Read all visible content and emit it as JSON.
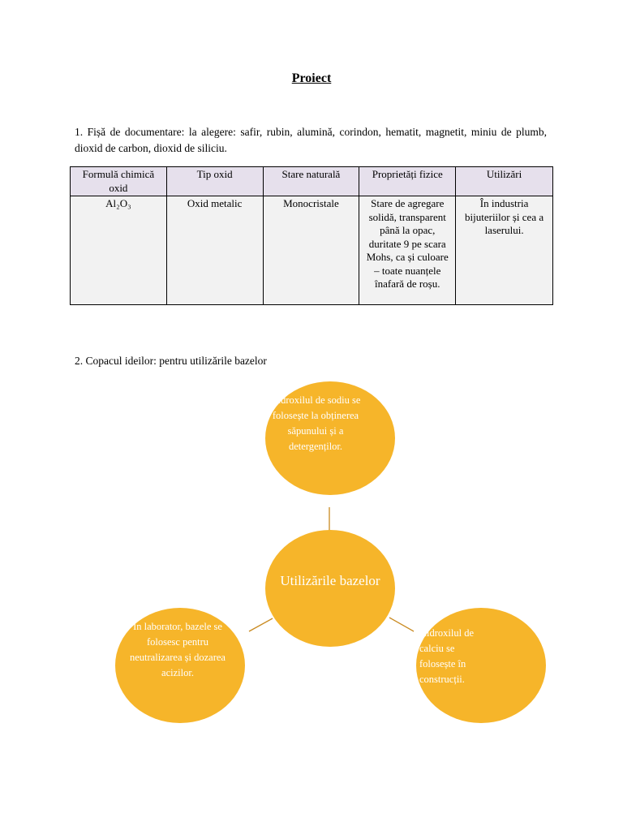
{
  "title": "Proiect",
  "section1": {
    "intro": "1. Fișă de documentare: la alegere: safir, rubin, alumină, corindon, hematit, magnetit, miniu de plumb, dioxid de carbon, dioxid de siliciu.",
    "table": {
      "headers": [
        "Formulă chimică oxid",
        "Tip oxid",
        "Stare naturală",
        "Proprietăți fizice",
        "Utilizări"
      ],
      "row": {
        "formula": "Al₂O₃",
        "tip": "Oxid metalic",
        "stare": "Monocristale",
        "proprietati": "Stare de agregare solidă, transparent până la opac, duritate 9 pe scara Mohs, ca și culoare – toate nuanțele înafară de roșu.",
        "utilizari": "În industria bijuteriilor și cea a laserului."
      }
    }
  },
  "section2": {
    "heading": "2. Copacul ideilor: pentru utilizările bazelor",
    "center": "Utilizările bazelor",
    "top": "Hidroxilul de sodiu se folosește la obținerea săpunului și a detergenților.",
    "left": "În laborator, bazele se folosesc pentru neutralizarea și dozarea acizilor.",
    "right": "Hidroxilul de calciu se folosește în construcții."
  },
  "colors": {
    "bubble": "#f6b52a",
    "line": "#c98a20",
    "header_bg": "#e6e0ec",
    "cell_bg": "#f2f2f2"
  }
}
